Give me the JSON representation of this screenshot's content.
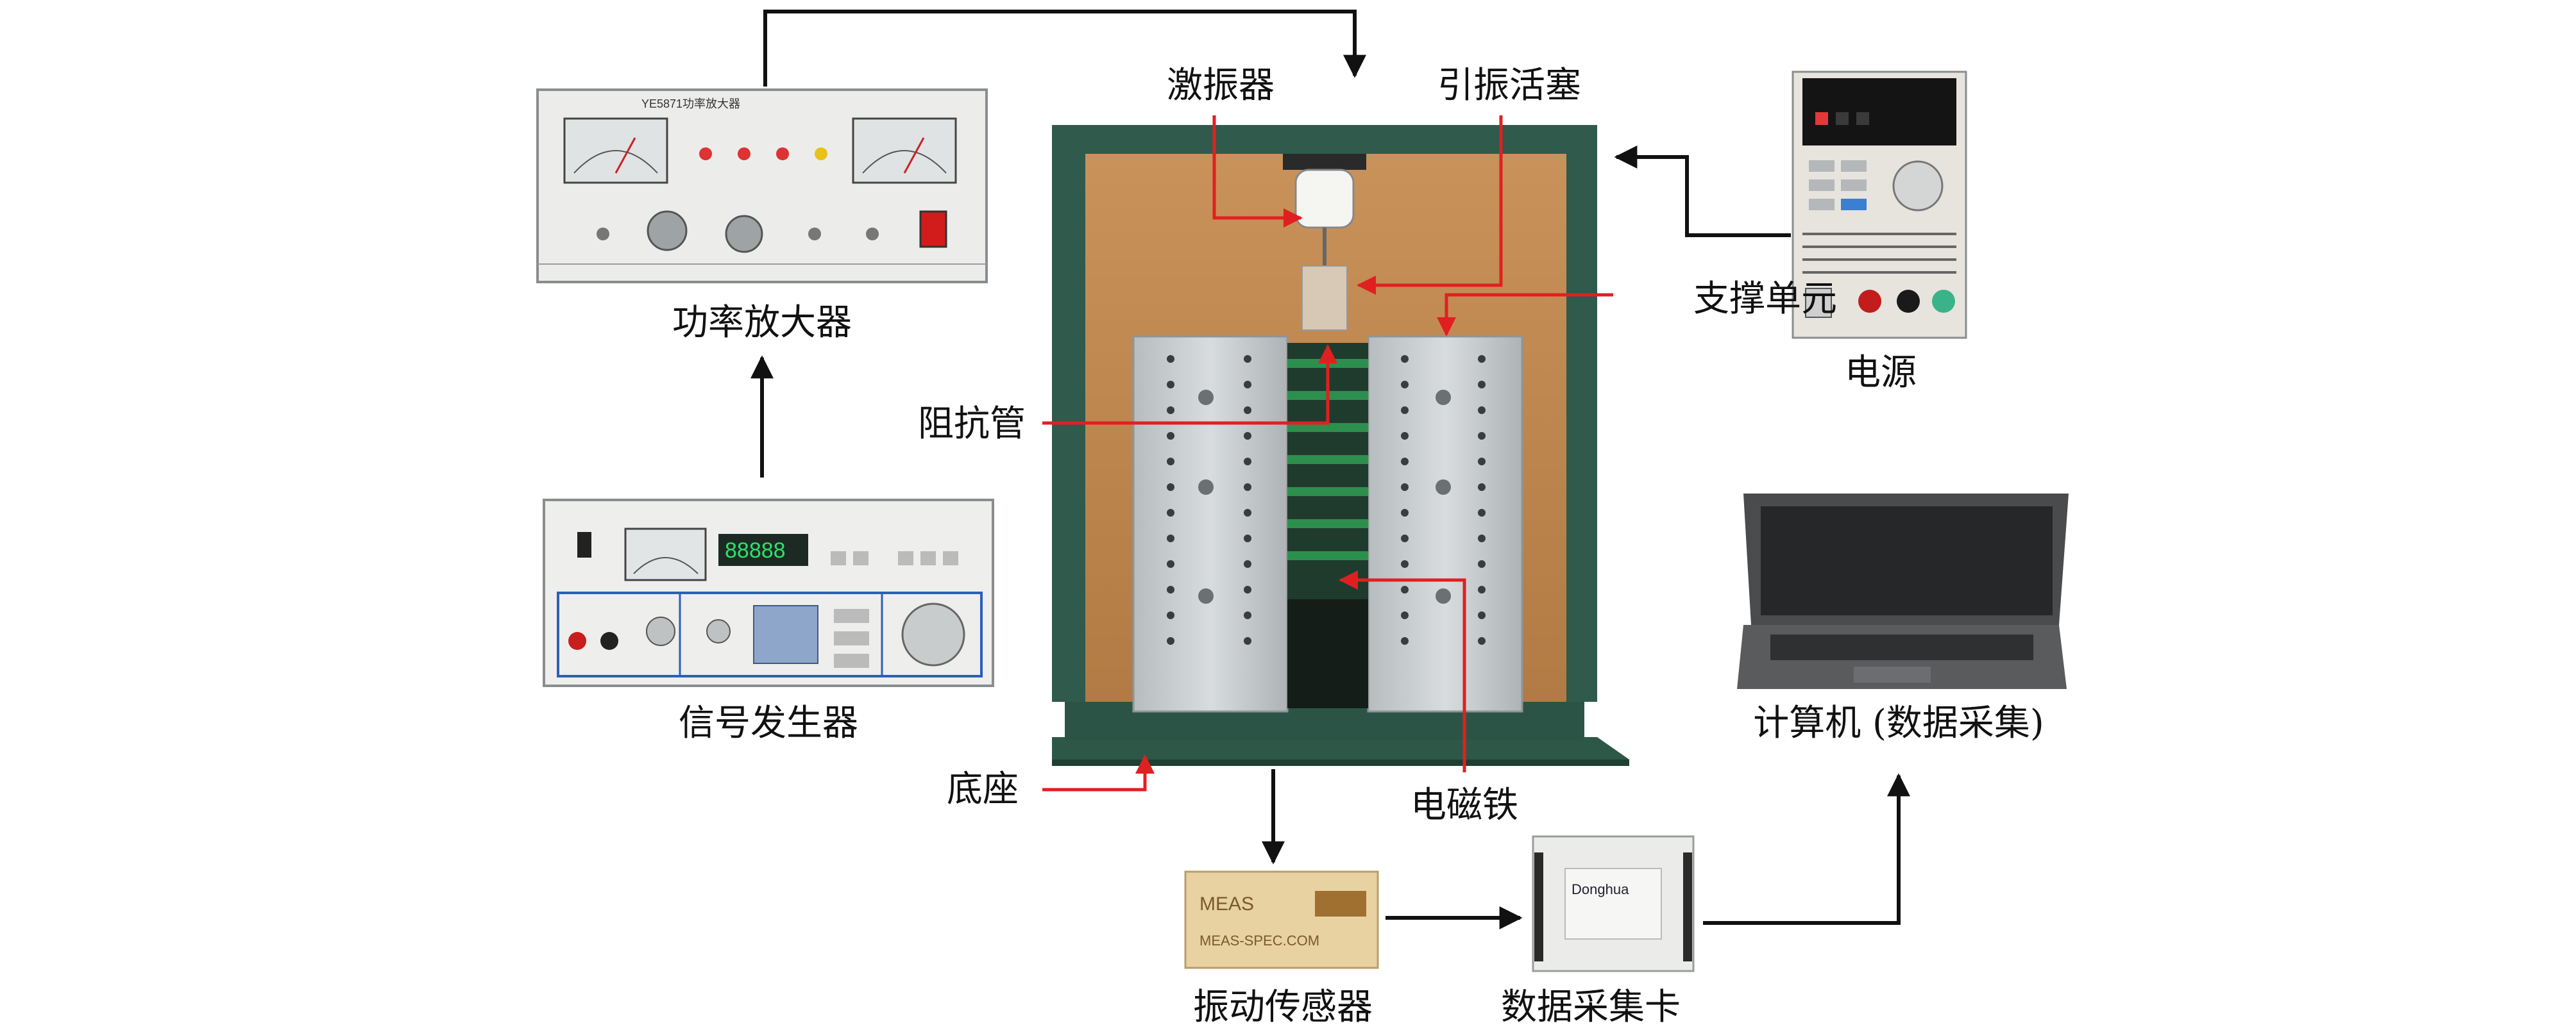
{
  "labels": {
    "power_amplifier": "功率放大器",
    "signal_generator": "信号发生器",
    "exciter": "激振器",
    "piston": "引振活塞",
    "support_unit": "支撑单元",
    "impedance_tube": "阻抗管",
    "base": "底座",
    "electromagnet": "电磁铁",
    "power_supply": "电源",
    "computer": "计算机 (数据采集)",
    "vibration_sensor": "振动传感器",
    "daq_card": "数据采集卡"
  },
  "device_text": {
    "amp_model": "YE5871功率放大器",
    "sensor_brand": "MEAS",
    "sensor_web": "MEAS-SPEC.COM",
    "daq_brand": "Donghua"
  },
  "colors": {
    "arrow_black": "#111111",
    "arrow_red": "#e02020",
    "frame_green": "#2f5a4c",
    "back_panel": "#c08850",
    "aluminum": "#c8ccce"
  }
}
